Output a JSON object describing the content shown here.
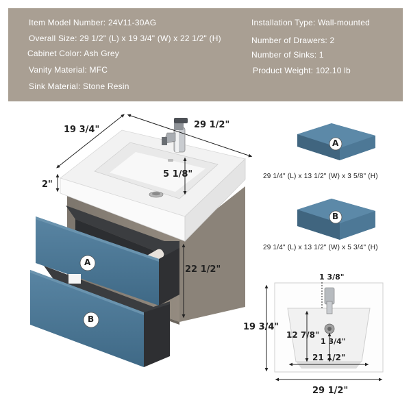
{
  "specs": {
    "item_model": "Item Model Number: 24V11-30AG",
    "overall_size": "Overall Size: 29 1/2\" (L) x 19 3/4\" (W) x 22 1/2\" (H)",
    "cabinet_color": "Cabinet Color: Ash Grey",
    "vanity_material": "Vanity Material: MFC",
    "sink_material": "Sink Material: Stone Resin",
    "installation_type": "Installation Type: Wall-mounted",
    "number_of_drawers": "Number of Drawers: 2",
    "number_of_sinks": "Number of Sinks: 1",
    "product_weight": "Product Weight: 102.10 lb"
  },
  "main_view": {
    "depth_dim": "19 3/4\"",
    "width_dim": "29 1/2\"",
    "top_thickness_dim": "2\"",
    "basin_depth_dim": "5 1/8\"",
    "height_dim": "22 1/2\"",
    "drawer_a_label": "A",
    "drawer_b_label": "B"
  },
  "drawer_a": {
    "label": "A",
    "dims": "29 1/4\" (L) x 13 1/2\" (W) x 3 5/8\" (H)"
  },
  "drawer_b": {
    "label": "B",
    "dims": "29 1/4\" (L) x 13 1/2\" (W) x 5 3/4\" (H)"
  },
  "top_view": {
    "faucet_offset_dim": "1 3/8\"",
    "depth_dim": "19 3/4\"",
    "basin_length_dim": "12 7/8\"",
    "drain_offset_dim": "1 3/4\"",
    "basin_width_dim": "21 1/2\"",
    "overall_width_dim": "29 1/2\""
  },
  "colors": {
    "banner": "#a99f93",
    "drawer_blue": "#4d7896",
    "wood_grey": "#8b8379",
    "sink_white": "#f4f4f4"
  }
}
